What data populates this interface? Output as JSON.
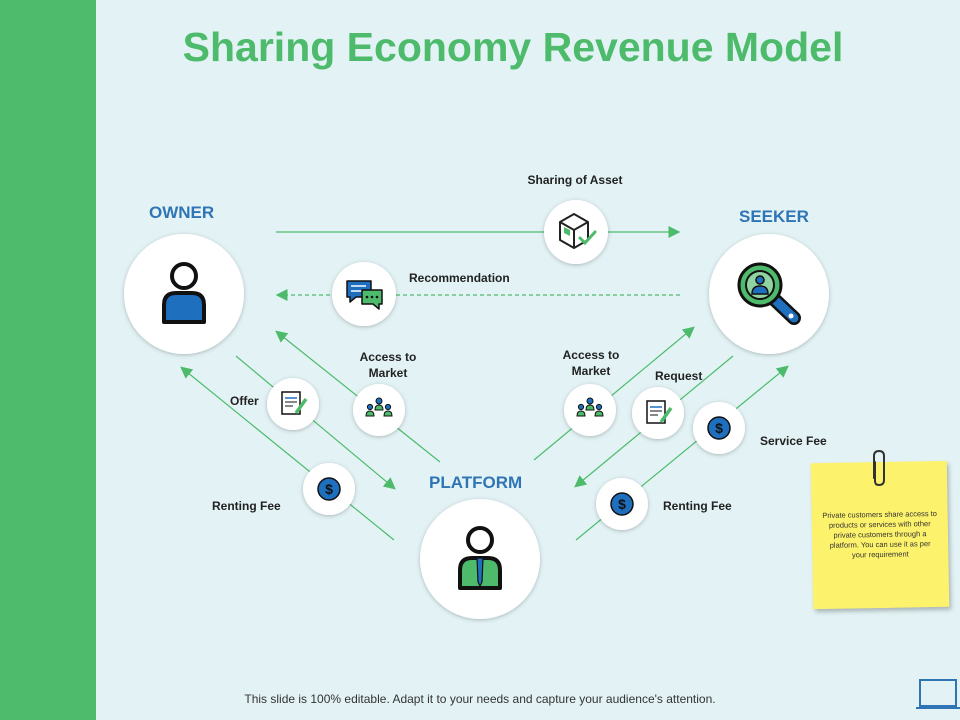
{
  "title": "Sharing Economy Revenue Model",
  "nodes": {
    "owner": "OWNER",
    "seeker": "SEEKER",
    "platform": "PLATFORM"
  },
  "labels": {
    "sharing_of_asset": "Sharing of Asset",
    "recommendation": "Recommendation",
    "access_left_1": "Access to",
    "access_left_2": "Market",
    "access_right_1": "Access to",
    "access_right_2": "Market",
    "offer": "Offer",
    "request": "Request",
    "renting_fee_left": "Renting Fee",
    "renting_fee_right": "Renting Fee",
    "service_fee": "Service Fee"
  },
  "note": {
    "text": "Private customers share access to products or services with other private customers through a platform. You can use it as per your requirement"
  },
  "footer": "This slide is 100% editable. Adapt it to your needs and capture your audience's attention.",
  "colors": {
    "sidebar": "#4dbb6b",
    "title": "#4dbb6b",
    "node_title": "#2f75b5",
    "arrow": "#4dbb6b",
    "note": "#fdf26c",
    "icon_blue": "#1f6fbf"
  },
  "icons": [
    "user-icon",
    "search-user-icon",
    "employee-icon",
    "box-check-icon",
    "chat-icon",
    "network-icon",
    "document-edit-icon",
    "dollar-icon",
    "paperclip-icon",
    "screen-icon"
  ]
}
